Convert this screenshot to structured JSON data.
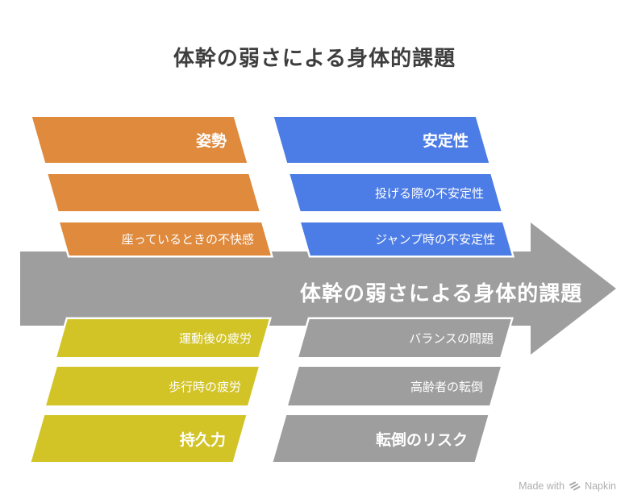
{
  "palette": {
    "orange": "#DF8A3D",
    "blue": "#4C7CE5",
    "yellow": "#D2C426",
    "gray": "#9E9E9E",
    "title_text": "#3E3E3E",
    "bar_text": "#FFFFFF",
    "watermark_text": "#AFAFAF"
  },
  "title": {
    "text": "体幹の弱さによる身体的課題"
  },
  "arrow": {
    "label": "体幹の弱さによる身体的課題"
  },
  "groups": {
    "top_left": {
      "theme": "orange",
      "items": [
        {
          "label": "姿勢",
          "emphasis": true
        },
        {
          "label": "",
          "emphasis": false
        },
        {
          "label": "座っているときの不快感",
          "emphasis": false
        }
      ]
    },
    "top_right": {
      "theme": "blue",
      "items": [
        {
          "label": "安定性",
          "emphasis": true
        },
        {
          "label": "投げる際の不安定性",
          "emphasis": false
        },
        {
          "label": "ジャンプ時の不安定性",
          "emphasis": false
        }
      ]
    },
    "bottom_left": {
      "theme": "yellow",
      "items": [
        {
          "label": "運動後の疲労",
          "emphasis": false
        },
        {
          "label": "歩行時の疲労",
          "emphasis": false
        },
        {
          "label": "持久力",
          "emphasis": true
        }
      ]
    },
    "bottom_right": {
      "theme": "gray",
      "items": [
        {
          "label": "バランスの問題",
          "emphasis": false
        },
        {
          "label": "高齢者の転倒",
          "emphasis": false
        },
        {
          "label": "転倒のリスク",
          "emphasis": true
        }
      ]
    }
  },
  "watermark": {
    "made_with": "Made with",
    "brand": "Napkin"
  }
}
